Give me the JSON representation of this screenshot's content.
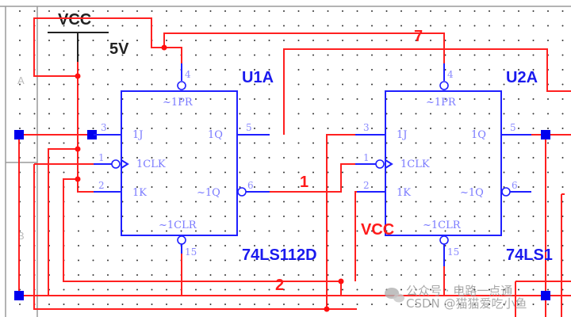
{
  "schematic": {
    "zones": [
      "A",
      "B"
    ],
    "power": {
      "label": "VCC",
      "value": "5V"
    },
    "vcc_label_red": "VCC",
    "nets": {
      "net7": "7",
      "net1": "1",
      "net2": "2"
    },
    "parts": [
      {
        "refdes": "U1A",
        "part_number": "74LS112D",
        "pins": {
          "pr": {
            "name": "~1PR",
            "num": "4"
          },
          "j": {
            "name": "1J",
            "num": "3"
          },
          "clk": {
            "name": "1CLK",
            "num": "1"
          },
          "k": {
            "name": "1K",
            "num": "2"
          },
          "q": {
            "name": "1Q",
            "num": "5"
          },
          "qn": {
            "name": "~1Q",
            "num": "6"
          },
          "clr": {
            "name": "~1CLR",
            "num": "15"
          }
        }
      },
      {
        "refdes": "U2A",
        "part_number": "74LS1",
        "pins": {
          "pr": {
            "name": "~1PR",
            "num": "4"
          },
          "j": {
            "name": "1J",
            "num": "3"
          },
          "clk": {
            "name": "1CLK",
            "num": "1"
          },
          "k": {
            "name": "1K",
            "num": "2"
          },
          "q": {
            "name": "1Q",
            "num": "5"
          },
          "qn": {
            "name": "~1Q",
            "num": "6"
          },
          "clr": {
            "name": "~1CLR",
            "num": "15"
          }
        }
      }
    ],
    "watermark": {
      "line1": "公众号 · 电路一点通",
      "line2": "CSDN @猫猫爱吃小鱼"
    }
  }
}
